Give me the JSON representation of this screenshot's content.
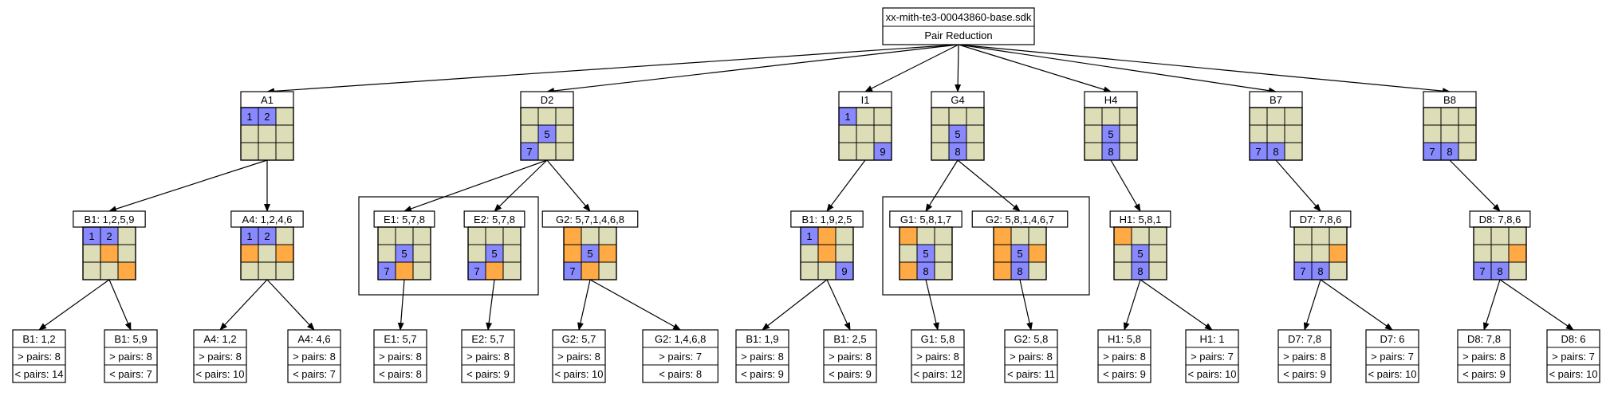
{
  "colors": {
    "given": "#8888ff",
    "candidate": "#ffaa44",
    "empty": "#ddddb8",
    "line": "#000000"
  },
  "root": {
    "title": "xx-mith-te3-00043860-base.sdk",
    "subtitle": "Pair Reduction"
  },
  "grids": [
    {
      "id": "A1",
      "label": "A1",
      "cells": [
        "b",
        "b",
        "e",
        "e",
        "e",
        "e",
        "e",
        "e",
        "e"
      ],
      "nums": [
        "1",
        "2",
        "",
        "",
        "",
        "",
        "",
        "",
        ""
      ]
    },
    {
      "id": "D2",
      "label": "D2",
      "cells": [
        "e",
        "e",
        "e",
        "e",
        "b",
        "e",
        "b",
        "e",
        "e"
      ],
      "nums": [
        "",
        "",
        "",
        "",
        "5",
        "",
        "7",
        "",
        ""
      ]
    },
    {
      "id": "I1",
      "label": "I1",
      "cells": [
        "b",
        "e",
        "e",
        "e",
        "e",
        "e",
        "e",
        "e",
        "b"
      ],
      "nums": [
        "1",
        "",
        "",
        "",
        "",
        "",
        "",
        "",
        "9"
      ]
    },
    {
      "id": "G4",
      "label": "G4",
      "cells": [
        "e",
        "e",
        "e",
        "e",
        "b",
        "e",
        "e",
        "b",
        "e"
      ],
      "nums": [
        "",
        "",
        "",
        "",
        "5",
        "",
        "",
        "8",
        ""
      ]
    },
    {
      "id": "H4",
      "label": "H4",
      "cells": [
        "e",
        "e",
        "e",
        "e",
        "b",
        "e",
        "e",
        "b",
        "e"
      ],
      "nums": [
        "",
        "",
        "",
        "",
        "5",
        "",
        "",
        "8",
        ""
      ]
    },
    {
      "id": "B7",
      "label": "B7",
      "cells": [
        "e",
        "e",
        "e",
        "e",
        "e",
        "e",
        "b",
        "b",
        "e"
      ],
      "nums": [
        "",
        "",
        "",
        "",
        "",
        "",
        "7",
        "8",
        ""
      ]
    },
    {
      "id": "B8",
      "label": "B8",
      "cells": [
        "e",
        "e",
        "e",
        "e",
        "e",
        "e",
        "b",
        "b",
        "e"
      ],
      "nums": [
        "",
        "",
        "",
        "",
        "",
        "",
        "7",
        "8",
        ""
      ]
    },
    {
      "id": "A1_B1",
      "label": "B1: 1,2,5,9",
      "cells": [
        "b",
        "b",
        "e",
        "e",
        "o",
        "e",
        "e",
        "e",
        "o"
      ],
      "nums": [
        "1",
        "2",
        "",
        "",
        "",
        "",
        "",
        "",
        ""
      ]
    },
    {
      "id": "A1_A4",
      "label": "A4: 1,2,4,6",
      "cells": [
        "b",
        "b",
        "e",
        "o",
        "e",
        "o",
        "e",
        "e",
        "e"
      ],
      "nums": [
        "1",
        "2",
        "",
        "",
        "",
        "",
        "",
        "",
        ""
      ]
    },
    {
      "id": "D2_E1",
      "label": "E1: 5,7,8",
      "cells": [
        "e",
        "e",
        "e",
        "e",
        "b",
        "e",
        "b",
        "o",
        "e"
      ],
      "nums": [
        "",
        "",
        "",
        "",
        "5",
        "",
        "7",
        "",
        ""
      ]
    },
    {
      "id": "D2_E2",
      "label": "E2: 5,7,8",
      "cells": [
        "e",
        "e",
        "e",
        "e",
        "b",
        "e",
        "b",
        "o",
        "e"
      ],
      "nums": [
        "",
        "",
        "",
        "",
        "5",
        "",
        "7",
        "",
        ""
      ]
    },
    {
      "id": "D2_G2",
      "label": "G2: 5,7,1,4,6,8",
      "cells": [
        "o",
        "e",
        "e",
        "o",
        "b",
        "o",
        "b",
        "o",
        "e"
      ],
      "nums": [
        "",
        "",
        "",
        "",
        "5",
        "",
        "7",
        "",
        ""
      ]
    },
    {
      "id": "I1_B1",
      "label": "B1: 1,9,2,5",
      "cells": [
        "b",
        "o",
        "e",
        "e",
        "o",
        "e",
        "e",
        "e",
        "b"
      ],
      "nums": [
        "1",
        "",
        "",
        "",
        "",
        "",
        "",
        "",
        "9"
      ]
    },
    {
      "id": "G4_G1",
      "label": "G1: 5,8,1,7",
      "cells": [
        "o",
        "e",
        "e",
        "e",
        "b",
        "e",
        "o",
        "b",
        "e"
      ],
      "nums": [
        "",
        "",
        "",
        "",
        "5",
        "",
        "",
        "8",
        ""
      ]
    },
    {
      "id": "G4_G2",
      "label": "G2: 5,8,1,4,6,7",
      "cells": [
        "o",
        "e",
        "e",
        "o",
        "b",
        "o",
        "o",
        "b",
        "e"
      ],
      "nums": [
        "",
        "",
        "",
        "",
        "5",
        "",
        "",
        "8",
        ""
      ]
    },
    {
      "id": "H4_H1",
      "label": "H1: 5,8,1",
      "cells": [
        "o",
        "e",
        "e",
        "e",
        "b",
        "e",
        "e",
        "b",
        "e"
      ],
      "nums": [
        "",
        "",
        "",
        "",
        "5",
        "",
        "",
        "8",
        ""
      ]
    },
    {
      "id": "B7_D7",
      "label": "D7: 7,8,6",
      "cells": [
        "e",
        "e",
        "e",
        "e",
        "e",
        "o",
        "b",
        "b",
        "e"
      ],
      "nums": [
        "",
        "",
        "",
        "",
        "",
        "",
        "7",
        "8",
        ""
      ]
    },
    {
      "id": "B8_D8",
      "label": "D8: 7,8,6",
      "cells": [
        "e",
        "e",
        "e",
        "e",
        "e",
        "o",
        "b",
        "b",
        "e"
      ],
      "nums": [
        "",
        "",
        "",
        "",
        "",
        "",
        "7",
        "8",
        ""
      ]
    }
  ],
  "leaves": [
    {
      "id": "L1",
      "title": "B1: 1,2",
      "gt": "> pairs: 8",
      "lt": "< pairs: 14"
    },
    {
      "id": "L2",
      "title": "B1: 5,9",
      "gt": "> pairs: 8",
      "lt": "< pairs: 7"
    },
    {
      "id": "L3",
      "title": "A4: 1,2",
      "gt": "> pairs: 8",
      "lt": "< pairs: 10"
    },
    {
      "id": "L4",
      "title": "A4: 4,6",
      "gt": "> pairs: 8",
      "lt": "< pairs: 7"
    },
    {
      "id": "L5",
      "title": "E1: 5,7",
      "gt": "> pairs: 8",
      "lt": "< pairs: 8"
    },
    {
      "id": "L6",
      "title": "E2: 5,7",
      "gt": "> pairs: 8",
      "lt": "< pairs: 9"
    },
    {
      "id": "L7",
      "title": "G2: 5,7",
      "gt": "> pairs: 8",
      "lt": "< pairs: 10"
    },
    {
      "id": "L8",
      "title": "G2: 1,4,6,8",
      "gt": "> pairs: 7",
      "lt": "< pairs: 8"
    },
    {
      "id": "L9",
      "title": "B1: 1,9",
      "gt": "> pairs: 8",
      "lt": "< pairs: 9"
    },
    {
      "id": "L10",
      "title": "B1: 2,5",
      "gt": "> pairs: 8",
      "lt": "< pairs: 9"
    },
    {
      "id": "L11",
      "title": "G1: 5,8",
      "gt": "> pairs: 8",
      "lt": "< pairs: 12"
    },
    {
      "id": "L12",
      "title": "G2: 5,8",
      "gt": "> pairs: 8",
      "lt": "< pairs: 11"
    },
    {
      "id": "L13",
      "title": "H1: 5,8",
      "gt": "> pairs: 8",
      "lt": "< pairs: 9"
    },
    {
      "id": "L14",
      "title": "H1: 1",
      "gt": "> pairs: 7",
      "lt": "< pairs: 10"
    },
    {
      "id": "L15",
      "title": "D7: 7,8",
      "gt": "> pairs: 8",
      "lt": "< pairs: 9"
    },
    {
      "id": "L16",
      "title": "D7: 6",
      "gt": "> pairs: 7",
      "lt": "< pairs: 10"
    },
    {
      "id": "L17",
      "title": "D8: 7,8",
      "gt": "> pairs: 8",
      "lt": "< pairs: 9"
    },
    {
      "id": "L18",
      "title": "D8: 6",
      "gt": "> pairs: 7",
      "lt": "< pairs: 10"
    }
  ],
  "edges": [
    [
      "root",
      "A1"
    ],
    [
      "root",
      "D2"
    ],
    [
      "root",
      "I1"
    ],
    [
      "root",
      "G4"
    ],
    [
      "root",
      "H4"
    ],
    [
      "root",
      "B7"
    ],
    [
      "root",
      "B8"
    ],
    [
      "A1",
      "A1_B1"
    ],
    [
      "A1",
      "A1_A4"
    ],
    [
      "D2",
      "D2_E1"
    ],
    [
      "D2",
      "D2_E2"
    ],
    [
      "D2",
      "D2_G2"
    ],
    [
      "I1",
      "I1_B1"
    ],
    [
      "G4",
      "G4_G1"
    ],
    [
      "G4",
      "G4_G2"
    ],
    [
      "H4",
      "H4_H1"
    ],
    [
      "B7",
      "B7_D7"
    ],
    [
      "B8",
      "B8_D8"
    ],
    [
      "A1_B1",
      "L1"
    ],
    [
      "A1_B1",
      "L2"
    ],
    [
      "A1_A4",
      "L3"
    ],
    [
      "A1_A4",
      "L4"
    ],
    [
      "D2_E1",
      "L5"
    ],
    [
      "D2_E2",
      "L6"
    ],
    [
      "D2_G2",
      "L7"
    ],
    [
      "D2_G2",
      "L8"
    ],
    [
      "I1_B1",
      "L9"
    ],
    [
      "I1_B1",
      "L10"
    ],
    [
      "G4_G1",
      "L11"
    ],
    [
      "G4_G2",
      "L12"
    ],
    [
      "H4_H1",
      "L13"
    ],
    [
      "H4_H1",
      "L14"
    ],
    [
      "B7_D7",
      "L15"
    ],
    [
      "B7_D7",
      "L16"
    ],
    [
      "B8_D8",
      "L17"
    ],
    [
      "B8_D8",
      "L18"
    ]
  ]
}
